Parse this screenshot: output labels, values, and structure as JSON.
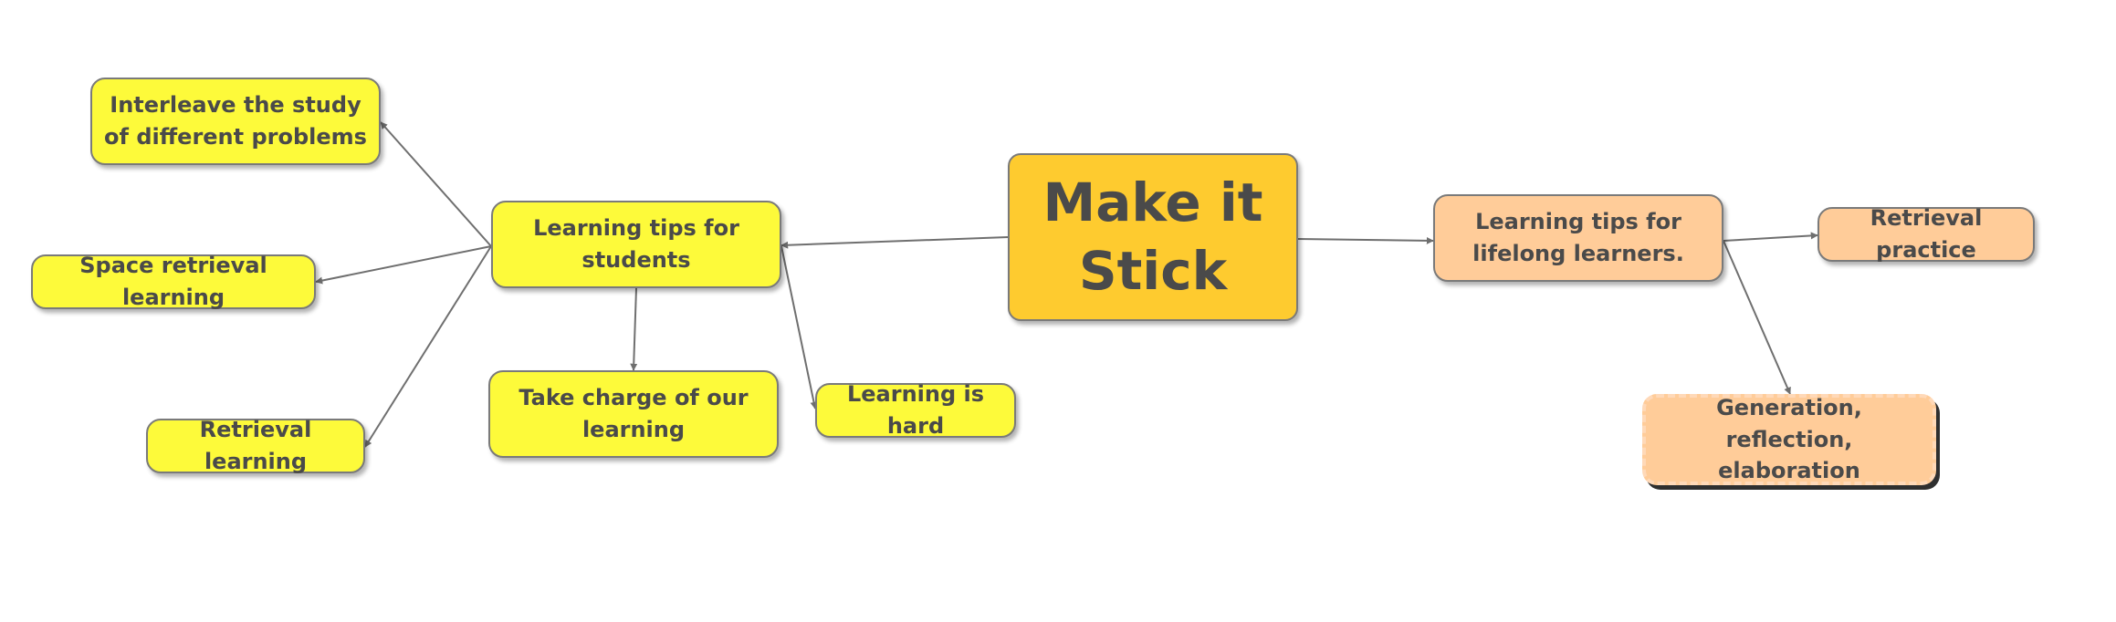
{
  "diagram": {
    "central": {
      "label": "Make it\nStick",
      "color": "#fecb2f"
    },
    "nodes": {
      "students": "Learning tips for students",
      "lifelong": "Learning tips for lifelong learners.",
      "interleave": "Interleave the study of different problems",
      "space_retrieval": "Space retrieval learning",
      "retrieval_learning": "Retrieval learning",
      "take_charge": "Take charge of our learning",
      "learning_hard": "Learning is hard",
      "retrieval_practice": "Retrieval practice",
      "generation": "Generation, reflection, elaboration"
    },
    "edges": [
      {
        "from": "central",
        "to": "students"
      },
      {
        "from": "central",
        "to": "lifelong"
      },
      {
        "from": "students",
        "to": "interleave"
      },
      {
        "from": "students",
        "to": "space_retrieval"
      },
      {
        "from": "students",
        "to": "retrieval_learning"
      },
      {
        "from": "students",
        "to": "take_charge"
      },
      {
        "from": "students",
        "to": "learning_hard"
      },
      {
        "from": "lifelong",
        "to": "retrieval_practice"
      },
      {
        "from": "lifelong",
        "to": "generation"
      }
    ],
    "colors": {
      "student_branch": "#fdfa3a",
      "lifelong_branch": "#ffcc99",
      "connector": "#6f6f6f"
    }
  }
}
